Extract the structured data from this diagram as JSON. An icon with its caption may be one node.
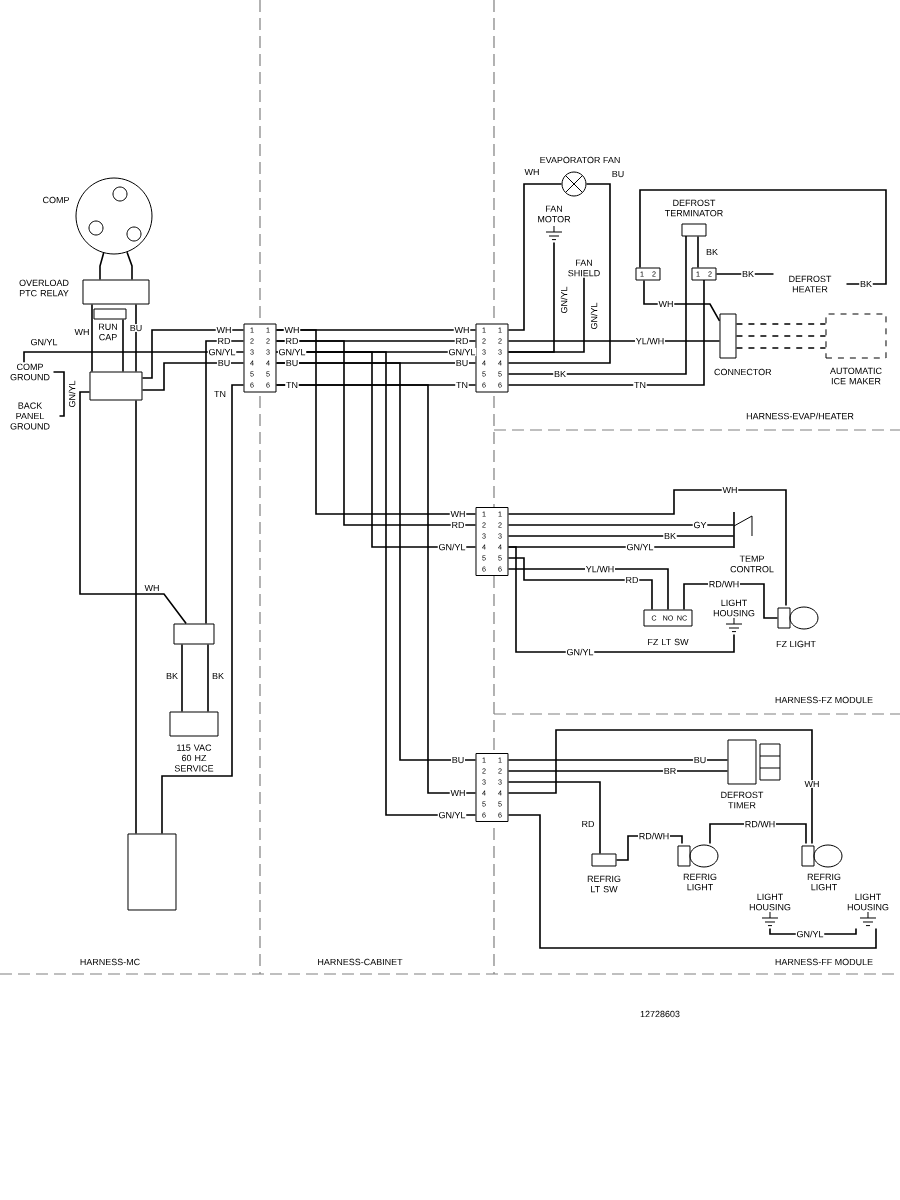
{
  "diagram": {
    "nodes": [
      {
        "text": [
          "COMP"
        ]
      },
      {
        "text": [
          "OVERLOAD PTC RELAY"
        ]
      },
      {
        "text": [
          "RUN CAP"
        ]
      },
      {
        "text": [],
        "shape": "box"
      },
      {
        "text": [],
        "shape": "box"
      },
      {
        "text": [
          "115 VAC 60 HZ SERVICE"
        ]
      },
      {
        "text": [],
        "shape": "box"
      },
      {
        "text": [
          "1",
          "2",
          "3",
          "4",
          "5",
          "6",
          "1",
          "2",
          "3",
          "4",
          "5",
          "6"
        ]
      },
      {
        "text": [
          "1",
          "2",
          "3",
          "4",
          "5",
          "6",
          "1",
          "2",
          "3",
          "4",
          "5",
          "6"
        ]
      },
      {
        "text": [
          "EVAPORATOR FAN"
        ]
      },
      {
        "text": [
          "FAN MOTOR"
        ]
      },
      {
        "text": [
          "FAN SHIELD"
        ]
      },
      {
        "text": [
          "DEFROST TERMINATOR"
        ]
      },
      {
        "text": [
          "1",
          "2"
        ]
      },
      {
        "text": [
          "1",
          "2"
        ]
      },
      {
        "text": [
          "DEFROST HEATER"
        ]
      },
      {
        "text": [
          "CONNECTOR"
        ]
      },
      {
        "text": [
          "AUTOMATIC ICE MAKER"
        ]
      },
      {
        "text": [
          "1",
          "2",
          "3",
          "4",
          "5",
          "6",
          "1",
          "2",
          "3",
          "4",
          "5",
          "6"
        ]
      },
      {
        "text": [
          "TEMP CONTROL"
        ]
      },
      {
        "text": [
          "C",
          "NO",
          "NC",
          "FZ LT SW"
        ]
      },
      {
        "text": [
          "LIGHT HOUSING"
        ]
      },
      {
        "text": [
          "FZ LIGHT"
        ]
      },
      {
        "text": [
          "1",
          "2",
          "3",
          "4",
          "5",
          "6",
          "1",
          "2",
          "3",
          "4",
          "5",
          "6"
        ]
      },
      {
        "text": [
          "DEFROST TIMER"
        ]
      },
      {
        "text": [
          "REFRIG LT SW"
        ]
      },
      {
        "text": [
          "REFRIG LIGHT"
        ]
      },
      {
        "text": [
          "REFRIG LIGHT"
        ]
      },
      {
        "text": [
          "LIGHT HOUSING"
        ]
      },
      {
        "text": [
          "LIGHT HOUSING"
        ]
      },
      {
        "text": [
          "COMP GROUND"
        ]
      },
      {
        "text": [
          "BACK PANEL GROUND"
        ]
      }
    ],
    "edges": [
      {
        "from": 0,
        "to": 1,
        "arrow": "none"
      },
      {
        "from": 0,
        "to": 1,
        "arrow": "none"
      },
      {
        "from": 1,
        "to": 3,
        "arrow": "none",
        "label": "WH"
      },
      {
        "from": 1,
        "to": 3,
        "arrow": "none",
        "label": "BU"
      },
      {
        "from": 2,
        "to": 3,
        "arrow": "none"
      },
      {
        "from": 3,
        "to": 7,
        "arrow": "none",
        "label": "WH"
      },
      {
        "from": 3,
        "to": 7,
        "arrow": "none",
        "label": "BU"
      },
      {
        "from": 30,
        "to": 7,
        "arrow": "none",
        "label": "GN/YL"
      },
      {
        "from": 31,
        "to": 30,
        "arrow": "none",
        "label": "GN/YL"
      },
      {
        "from": 3,
        "to": 4,
        "arrow": "none",
        "label": "WH"
      },
      {
        "from": 7,
        "to": 4,
        "arrow": "none",
        "label": "RD"
      },
      {
        "from": 4,
        "to": 5,
        "arrow": "none",
        "label": "BK"
      },
      {
        "from": 4,
        "to": 5,
        "arrow": "none",
        "label": "BK"
      },
      {
        "from": 7,
        "to": 6,
        "arrow": "none",
        "label": "TN"
      },
      {
        "from": 3,
        "to": 6,
        "arrow": "none"
      },
      {
        "from": 7,
        "to": 8,
        "arrow": "none",
        "label": "WH"
      },
      {
        "from": 7,
        "to": 8,
        "arrow": "none",
        "label": "RD"
      },
      {
        "from": 7,
        "to": 8,
        "arrow": "none",
        "label": "GN/YL"
      },
      {
        "from": 7,
        "to": 8,
        "arrow": "none",
        "label": "BU"
      },
      {
        "from": 7,
        "to": 8,
        "arrow": "none",
        "label": "TN"
      },
      {
        "from": 7,
        "to": 18,
        "arrow": "none",
        "label": "WH"
      },
      {
        "from": 7,
        "to": 18,
        "arrow": "none",
        "label": "RD"
      },
      {
        "from": 7,
        "to": 18,
        "arrow": "none",
        "label": "GN/YL"
      },
      {
        "from": 7,
        "to": 23,
        "arrow": "none",
        "label": "BU"
      },
      {
        "from": 7,
        "to": 23,
        "arrow": "none",
        "label": "WH"
      },
      {
        "from": 7,
        "to": 23,
        "arrow": "none",
        "label": "GN/YL"
      },
      {
        "from": 8,
        "to": 9,
        "arrow": "none",
        "label": "WH"
      },
      {
        "from": 8,
        "to": 9,
        "arrow": "none",
        "label": "BU"
      },
      {
        "from": 8,
        "to": 10,
        "arrow": "none",
        "label": "GN/YL"
      },
      {
        "from": 8,
        "to": 11,
        "arrow": "none",
        "label": "GN/YL"
      },
      {
        "from": 8,
        "to": 16,
        "arrow": "none",
        "label": "YL/WH"
      },
      {
        "from": 8,
        "to": 12,
        "arrow": "none",
        "label": "BK"
      },
      {
        "from": 8,
        "to": 14,
        "arrow": "none",
        "label": "TN"
      },
      {
        "from": 12,
        "to": 14,
        "arrow": "none",
        "label": "BK"
      },
      {
        "from": 13,
        "to": 16,
        "arrow": "none",
        "label": "WH"
      },
      {
        "from": 14,
        "to": 15,
        "arrow": "none",
        "label": "BK"
      },
      {
        "from": 15,
        "to": 13,
        "arrow": "none",
        "label": "BK"
      },
      {
        "from": 16,
        "to": 17,
        "arrow": "none",
        "style": "dashed"
      },
      {
        "from": 16,
        "to": 17,
        "arrow": "none",
        "style": "dashed"
      },
      {
        "from": 16,
        "to": 17,
        "arrow": "none",
        "style": "dashed"
      },
      {
        "from": 18,
        "to": 22,
        "arrow": "none",
        "label": "WH"
      },
      {
        "from": 18,
        "to": 19,
        "arrow": "none",
        "label": "GY"
      },
      {
        "from": 18,
        "to": 19,
        "arrow": "none",
        "label": "BK"
      },
      {
        "from": 18,
        "to": 19,
        "arrow": "none",
        "label": "GN/YL"
      },
      {
        "from": 18,
        "to": 20,
        "arrow": "none",
        "label": "RD"
      },
      {
        "from": 18,
        "to": 20,
        "arrow": "none",
        "label": "YL/WH"
      },
      {
        "from": 20,
        "to": 22,
        "arrow": "none",
        "label": "RD/WH"
      },
      {
        "from": 18,
        "to": 21,
        "arrow": "none",
        "label": "GN/YL"
      },
      {
        "from": 23,
        "to": 24,
        "arrow": "none",
        "label": "BU"
      },
      {
        "from": 23,
        "to": 24,
        "arrow": "none",
        "label": "BR"
      },
      {
        "from": 23,
        "to": 25,
        "arrow": "none",
        "label": "RD"
      },
      {
        "from": 23,
        "to": 27,
        "arrow": "none",
        "label": "WH"
      },
      {
        "from": 25,
        "to": 26,
        "arrow": "none",
        "label": "RD/WH"
      },
      {
        "from": 26,
        "to": 27,
        "arrow": "none",
        "label": "RD/WH"
      },
      {
        "from": 23,
        "to": 29,
        "arrow": "none"
      },
      {
        "from": 28,
        "to": 29,
        "arrow": "none",
        "label": "GN/YL"
      }
    ],
    "labels": [
      "GN/YL",
      "WH",
      "RD",
      "GN/YL",
      "BU",
      "TN",
      "HARNESS-EVAP/HEATER",
      "HARNESS-FZ MODULE",
      "HARNESS-MC",
      "HARNESS-CABINET",
      "HARNESS-FF MODULE",
      "12728603"
    ]
  }
}
